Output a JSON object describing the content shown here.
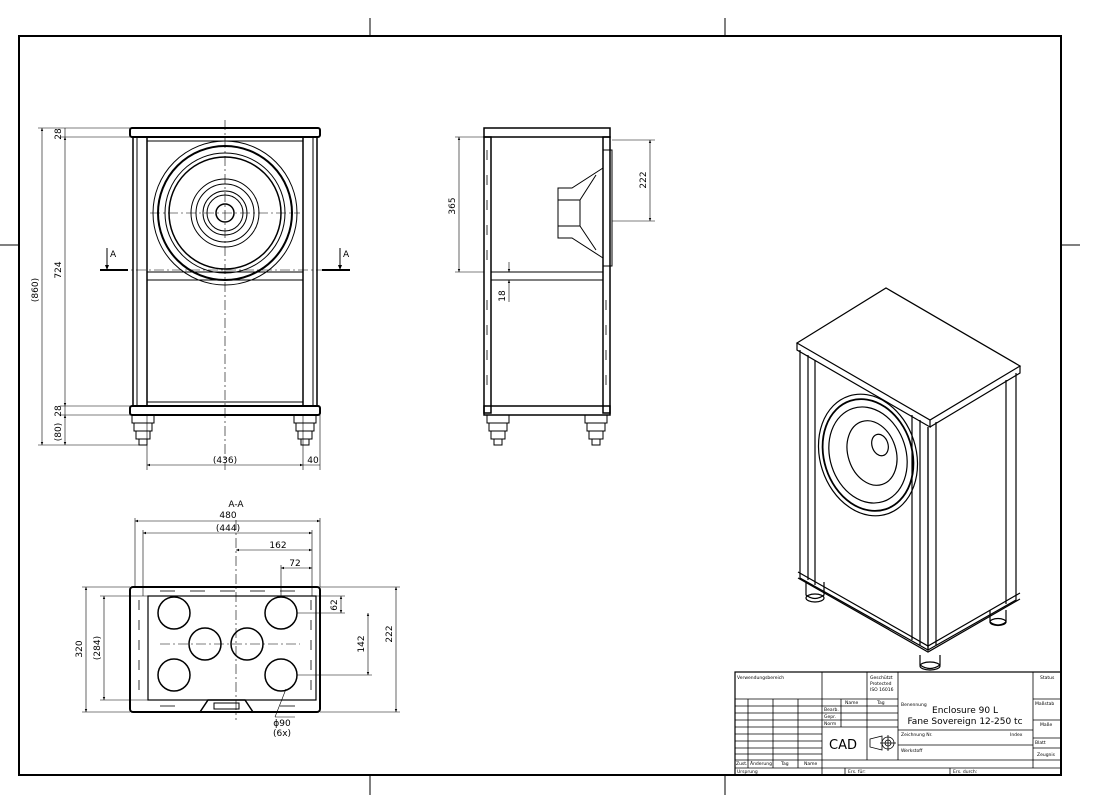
{
  "views": {
    "front": {
      "dims": {
        "overall_height": "(860)",
        "body_height": "724",
        "top_panel": "28",
        "bottom_panel": "28",
        "feet_height": "(80)",
        "inner_width": "(436)",
        "foot_offset": "40"
      },
      "section_marker": "A"
    },
    "side": {
      "dims": {
        "upper_chamber": "365",
        "shelf": "18",
        "driver_depth": "222"
      }
    },
    "section": {
      "title": "A-A",
      "dims": {
        "outer_width": "480",
        "inner_width": "(444)",
        "port_spacing_x": "162",
        "port_offset_x": "72",
        "depth": "320",
        "inner_depth": "(284)",
        "port_offset_y": "62",
        "port_spacing_y": "142",
        "driver_offset": "222",
        "port_diameter": "ϕ90",
        "port_count": "(6x)"
      }
    }
  },
  "title_block": {
    "labels": {
      "verwendung": "Verwendungsbereich",
      "geschuetzt": "Geschützt",
      "protected": "Protected",
      "iso": "ISO 16016",
      "status": "Status",
      "name": "Name",
      "tag": "Tag",
      "benennung": "Benennung",
      "massstab": "Maßstab",
      "bearb": "Bearb.",
      "gepr": "Gepr.",
      "norm": "Norm",
      "werkstoff_top": "Maße",
      "zeichnung": "Zeichnung Nr.",
      "index": "Index",
      "blatt": "Blatt",
      "werkstoff": "Werkstoff",
      "zeugnis": "Zeugnis",
      "zust": "Zust.",
      "aenderung": "Änderung",
      "tag2": "Tag",
      "name2": "Name",
      "ursprung": "Ursprung",
      "ers_fuer": "Ers. für:",
      "ers_durch": "Ers. durch:"
    },
    "title_line1": "Enclosure 90 L",
    "title_line2": "Fane Sovereign 12-250 tc",
    "logo_text": "CAD"
  }
}
